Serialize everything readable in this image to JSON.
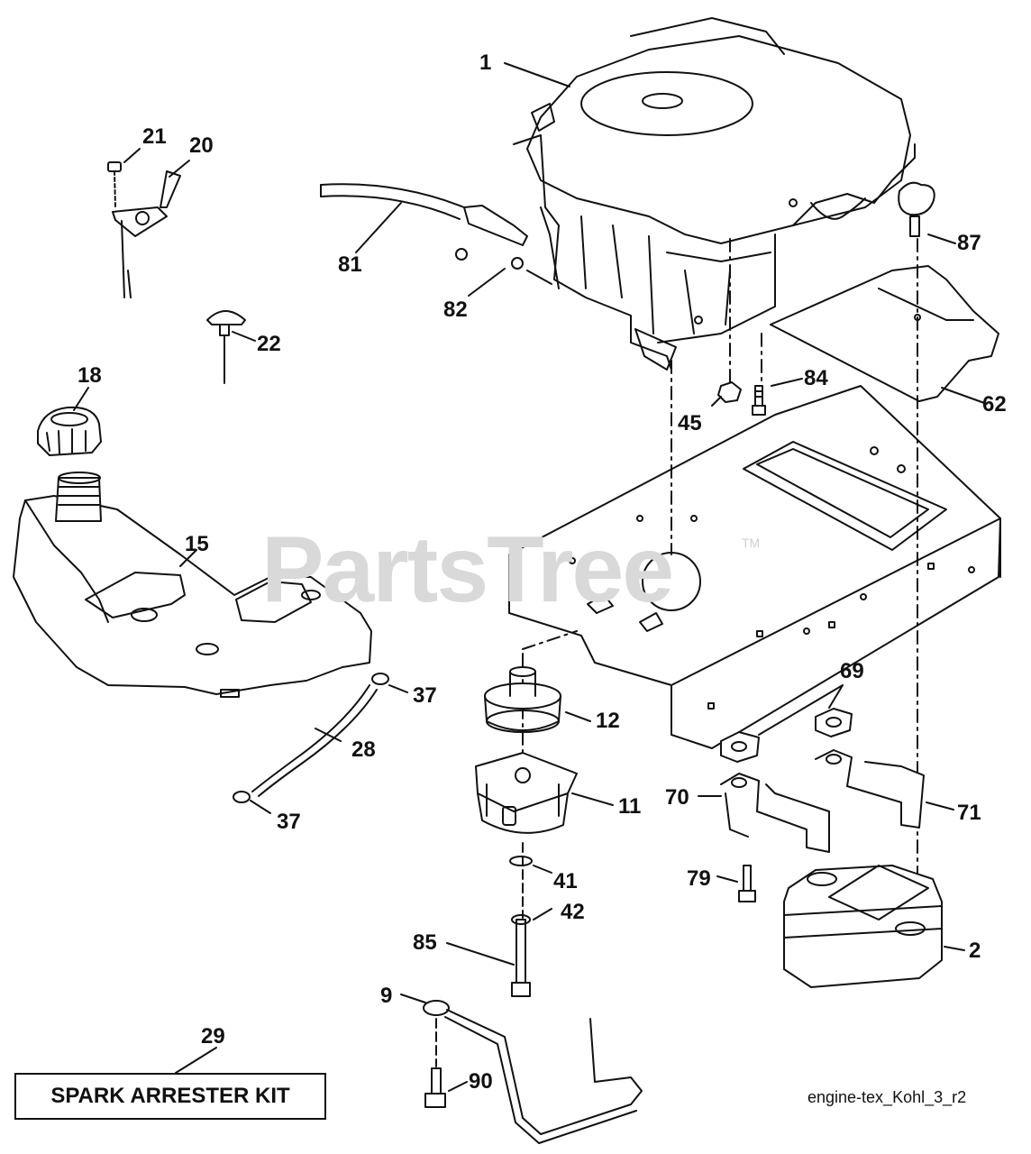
{
  "watermark": {
    "text": "PartsTree",
    "trademark": "TM"
  },
  "callouts": {
    "c1": "1",
    "c2": "2",
    "c9": "9",
    "c11": "11",
    "c12": "12",
    "c15": "15",
    "c18": "18",
    "c20": "20",
    "c21": "21",
    "c22": "22",
    "c28": "28",
    "c29": "29",
    "c37a": "37",
    "c37b": "37",
    "c41": "41",
    "c42": "42",
    "c45": "45",
    "c62": "62",
    "c69": "69",
    "c70": "70",
    "c71": "71",
    "c79": "79",
    "c81": "81",
    "c82": "82",
    "c84": "84",
    "c85": "85",
    "c87": "87",
    "c90": "90"
  },
  "kit_label": "SPARK ARRESTER KIT",
  "diagram_ref": "engine-tex_Kohl_3_r2",
  "colors": {
    "line": "#111111",
    "watermark": "#d9d9d9",
    "background": "#ffffff"
  }
}
